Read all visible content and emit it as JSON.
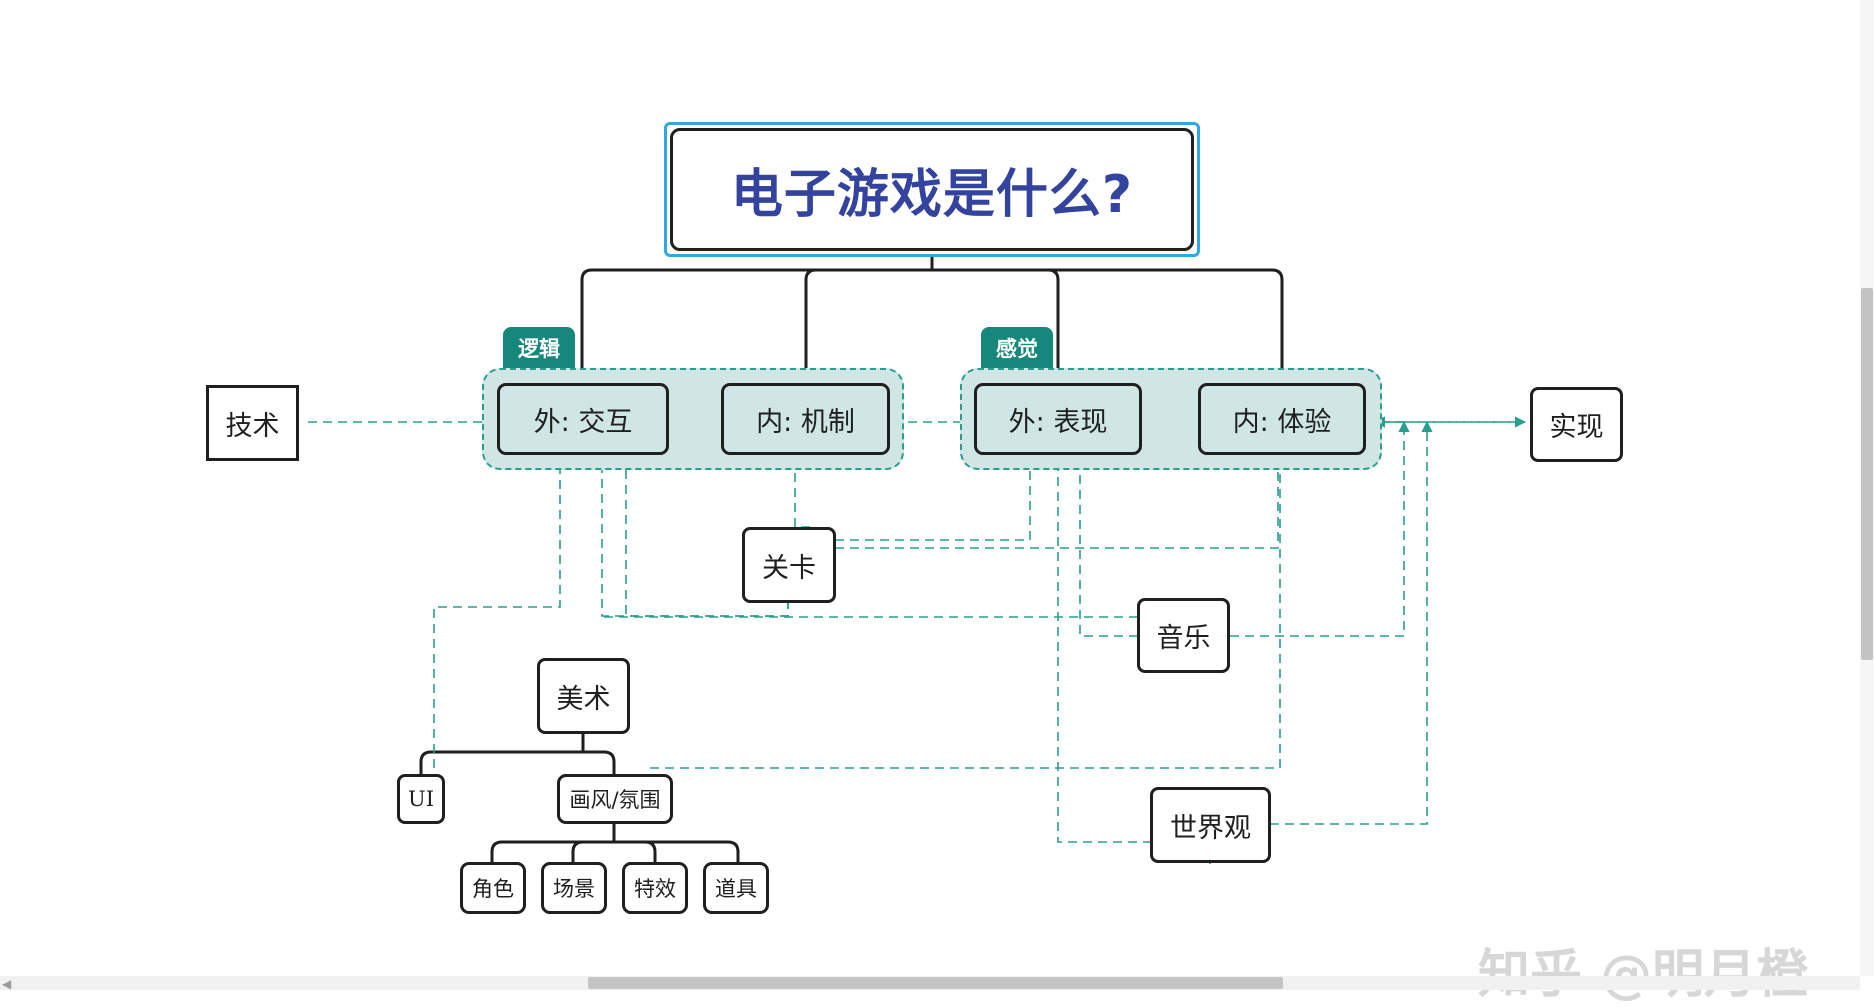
{
  "title": "电子游戏是什么?",
  "groups": {
    "logic": "逻辑",
    "feeling": "感觉"
  },
  "nodes": {
    "outer_interaction": "外: 交互",
    "inner_mechanism": "内: 机制",
    "outer_presentation": "外: 表现",
    "inner_experience": "内: 体验",
    "technology": "技术",
    "implementation": "实现",
    "level": "关卡",
    "music": "音乐",
    "art": "美术",
    "ui": "UI",
    "art_style": "画风/氛围",
    "character": "角色",
    "scene": "场景",
    "effects": "特效",
    "props": "道具",
    "worldview": "世界观"
  },
  "watermark": "知乎 @明月橙",
  "colors": {
    "title_text": "#34439d",
    "tag_bg": "#16877a",
    "group_fill": "#cfe6e4",
    "dashed_line": "#2b9d8e",
    "selection": "#2fa7e2"
  }
}
